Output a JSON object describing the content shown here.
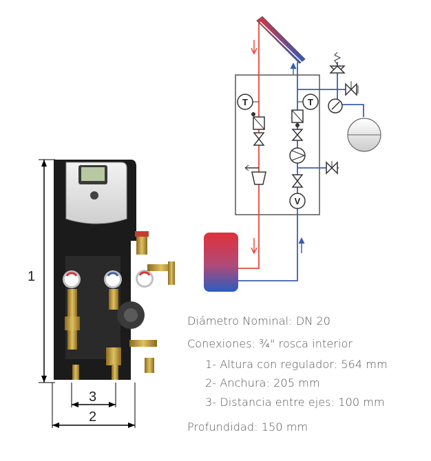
{
  "specs": {
    "diametro": "Diámetro Nominal: DN 20",
    "conexiones": "Conexiones:  ¾\" rosca interior",
    "altura": "1- Altura con regulador: 564 mm",
    "anchura": "2- Anchura: 205 mm",
    "distancia": "3- Distancia entre ejes: 100 mm",
    "profundidad": "Profundidad: 150 mm"
  },
  "dimensions": {
    "d1": "1",
    "d2": "2",
    "d3": "3"
  },
  "schematic": {
    "temp_symbol": "T",
    "flow_symbol": "V"
  },
  "colors": {
    "hot": "#e8473c",
    "cold": "#3b5fae",
    "frame": "#555555"
  },
  "icons": [
    "solar-collector-icon",
    "thermometer-icon",
    "check-valve-icon",
    "ball-valve-icon",
    "pump-icon",
    "flowmeter-icon",
    "safety-valve-icon",
    "pressure-gauge-icon",
    "expansion-vessel-icon",
    "storage-tank-icon",
    "filler-funnel-icon"
  ]
}
